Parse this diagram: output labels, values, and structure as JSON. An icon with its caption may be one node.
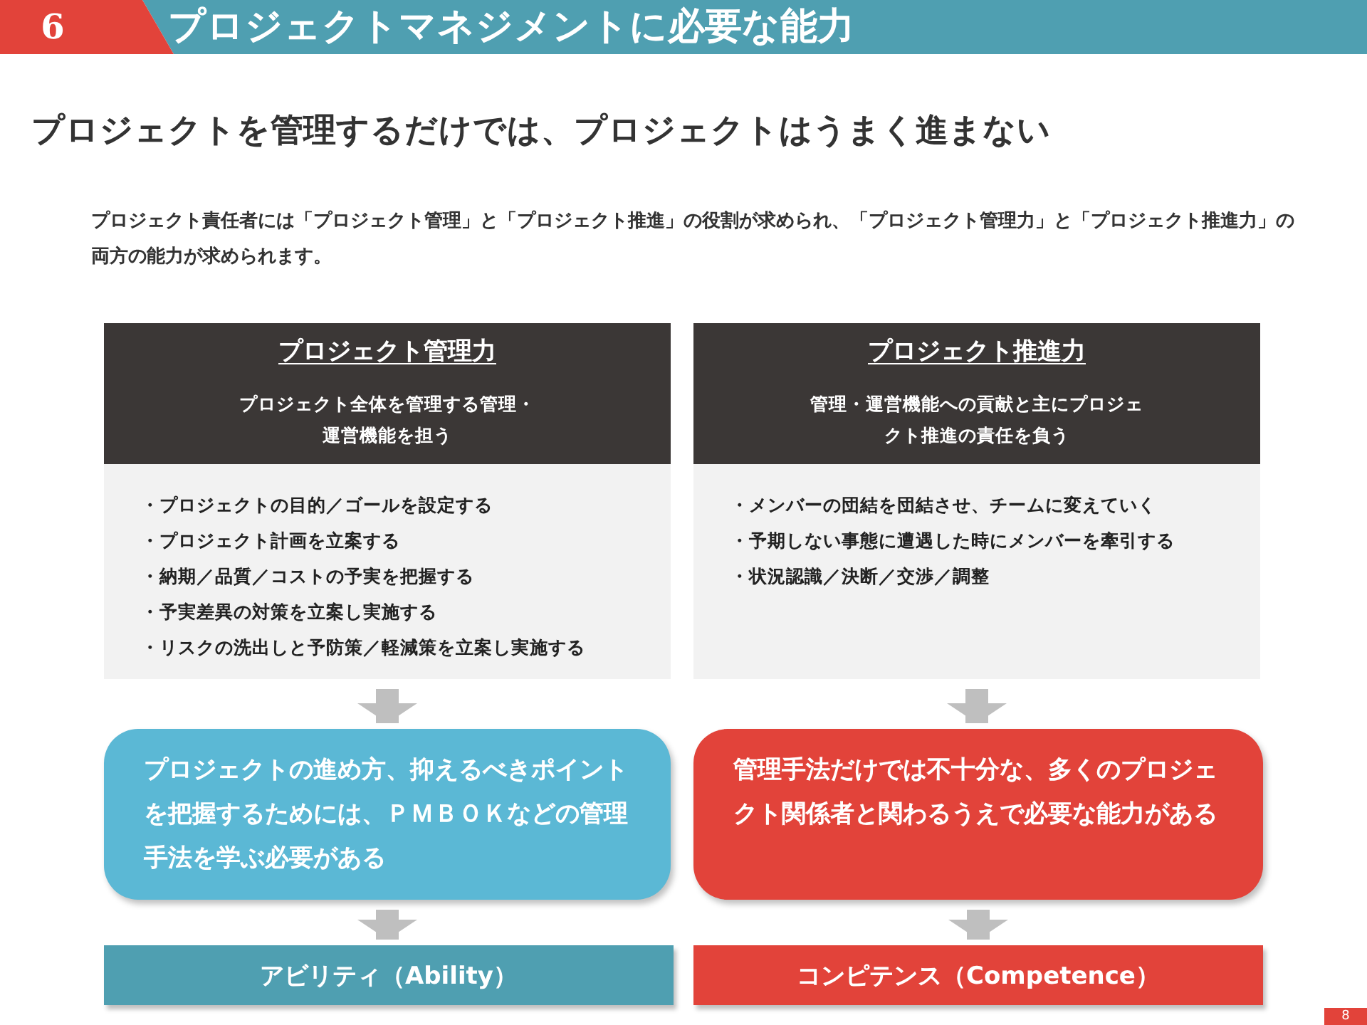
{
  "diagram": {
    "title": "プロジェクトマネジメントに必要な能力",
    "nodes": [
      {
        "text": [
          "プロジェクト管理力",
          "プロジェクト全体を管理する管理・運営機能を担う",
          "・プロジェクトの目的／ゴールを設定する",
          "・プロジェクト計画を立案する",
          "・納期／品質／コストの予実を把握する",
          "・予実差異の対策を立案し実施する",
          "・リスクの洗出しと予防策／軽減策を立案し実施する"
        ]
      },
      {
        "text": [
          "プロジェクト推進力",
          "管理・運営機能への貢献と主にプロジェクト推進の責任を負う",
          "・メンバーの団結を団結させ、チームに変えていく",
          "・予期しない事態に遭遇した時にメンバーを牽引する",
          "・状況認識／決断／交渉／調整"
        ]
      },
      {
        "text": [
          "プロジェクトの進め方、抑えるべきポイントを把握するためには、ＰＭＢＯＫなどの管理手法を学ぶ必要がある"
        ]
      },
      {
        "text": [
          "管理手法だけでは不十分な、多くのプロジェクト関係者と関わるうえで必要な能力がある"
        ]
      },
      {
        "text": [
          "アビリティ（Ability）"
        ]
      },
      {
        "text": [
          "コンピテンス（Competence）"
        ]
      }
    ],
    "edges": [
      {
        "from": 0,
        "to": 2,
        "arrow": "to"
      },
      {
        "from": 1,
        "to": 3,
        "arrow": "to"
      },
      {
        "from": 2,
        "to": 4,
        "arrow": "to"
      },
      {
        "from": 3,
        "to": 5,
        "arrow": "to"
      }
    ],
    "labels": [
      "6",
      "プロジェクトを管理するだけでは、プロジェクトはうまく進まない",
      "プロジェクト責任者には「プロジェクト管理」と「プロジェクト推進」の役割が求められ、「プロジェクト管理力」と「プロジェクト推進力」の両方の能力が求められます。",
      "8"
    ]
  }
}
